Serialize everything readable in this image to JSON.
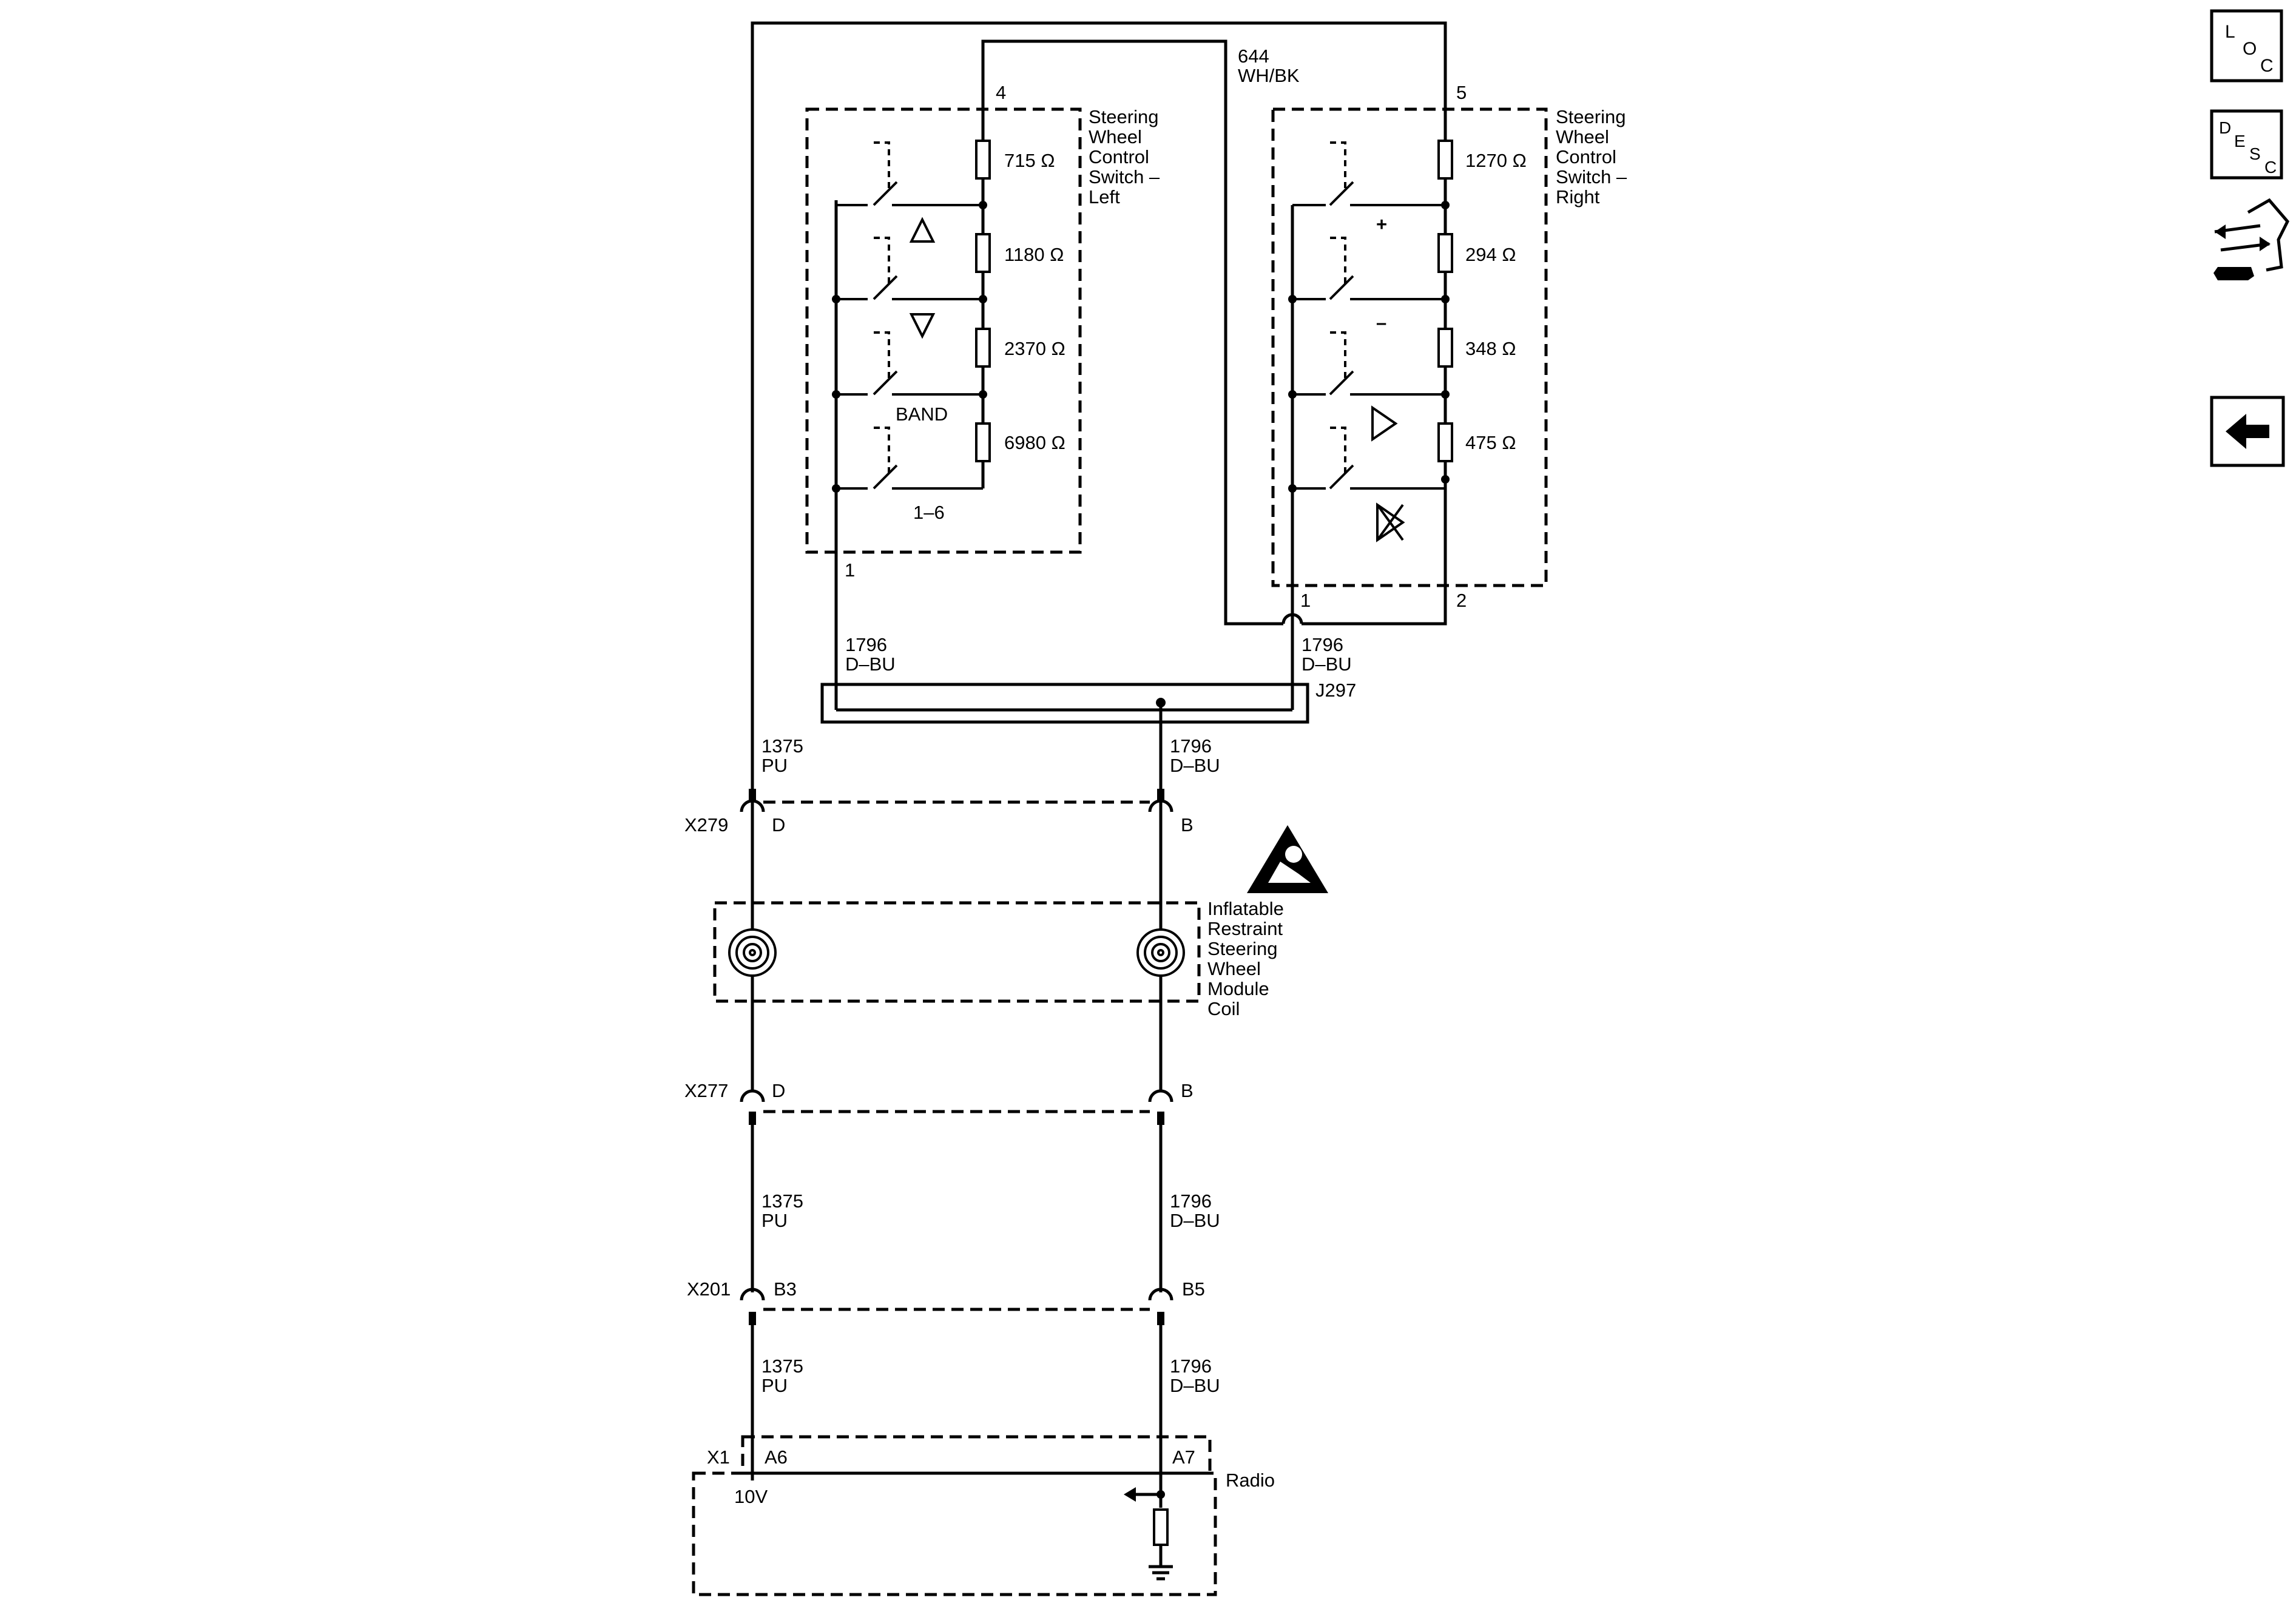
{
  "left_switch": {
    "title_lines": [
      "Steering",
      "Wheel",
      "Control",
      "Switch –",
      "Left"
    ],
    "pin_top": "4",
    "pin_bottom": "1",
    "resistors": [
      "715 Ω",
      "1180 Ω",
      "2370 Ω",
      "6980 Ω"
    ],
    "band_label": "BAND",
    "preset_label": "1–6"
  },
  "right_switch": {
    "title_lines": [
      "Steering",
      "Wheel",
      "Control",
      "Switch –",
      "Right"
    ],
    "pin_top": "5",
    "pin_bottom_left": "1",
    "pin_bottom_right": "2",
    "resistors": [
      "1270 Ω",
      "294 Ω",
      "348 Ω",
      "475 Ω"
    ],
    "plus_label": "+",
    "minus_label": "–"
  },
  "wires": {
    "w644_num": "644",
    "w644_color": "WH/BK",
    "w1796_num": "1796",
    "w1796_color": "D–BU",
    "w1375_num": "1375",
    "w1375_color": "PU"
  },
  "splice": {
    "name": "J297"
  },
  "connectors": {
    "x279": {
      "name": "X279",
      "pin_left": "D",
      "pin_right": "B"
    },
    "x277": {
      "name": "X277",
      "pin_left": "D",
      "pin_right": "B"
    },
    "x201": {
      "name": "X201",
      "pin_left": "B3",
      "pin_right": "B5"
    },
    "x1": {
      "name": "X1",
      "pin_left": "A6",
      "pin_right": "A7"
    }
  },
  "coil": {
    "title_lines": [
      "Inflatable",
      "Restraint",
      "Steering",
      "Wheel",
      "Module",
      "Coil"
    ]
  },
  "radio": {
    "name": "Radio",
    "voltage": "10V"
  },
  "nav": {
    "loc_letters": [
      "L",
      "O",
      "C"
    ],
    "desc_letters": [
      "D",
      "E",
      "S",
      "C"
    ],
    "connector_icon": "connector-end-view-icon",
    "back_icon": "back-arrow-icon"
  }
}
